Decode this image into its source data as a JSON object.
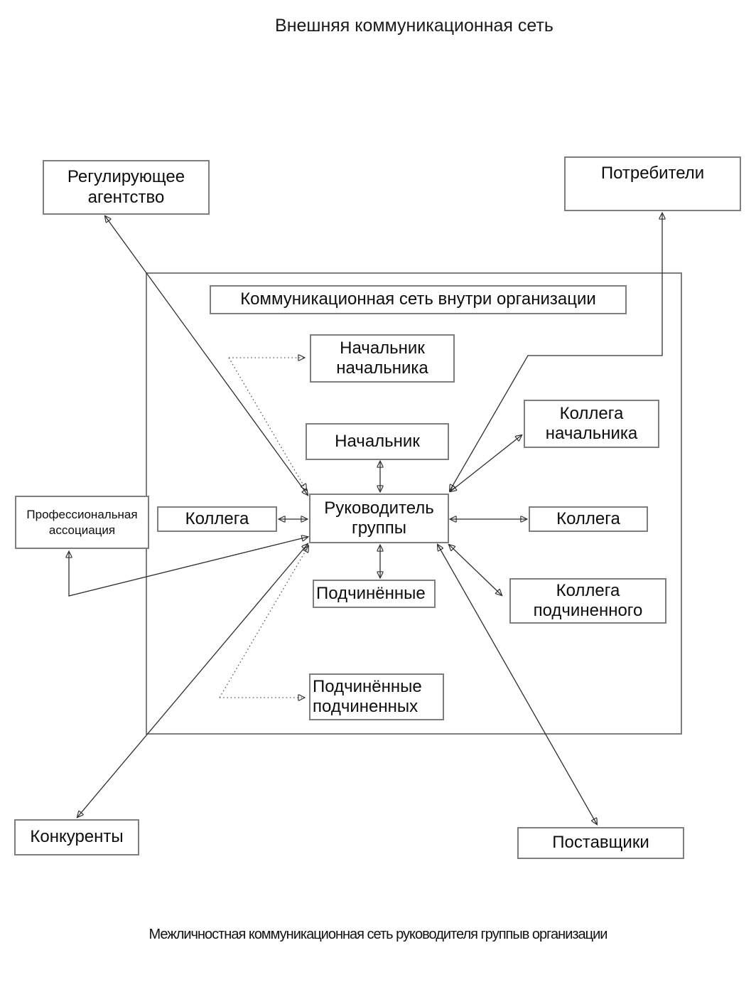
{
  "title": "Внешняя коммуникационная сеть",
  "caption": "Межличностная коммуникационная сеть руководителя группыв организации",
  "colors": {
    "box_border": "#7e7e7e",
    "connector_solid": "#2e2e2e",
    "connector_dotted": "#5a5a5a",
    "background": "#ffffff",
    "text": "#0d0d0d"
  },
  "inner_network": {
    "title": "Коммуникационная сеть внутри организации"
  },
  "nodes": {
    "regulating_agency": {
      "label": "Регулирующее агентство"
    },
    "consumers": {
      "label": "Потребители"
    },
    "boss_of_boss": {
      "label": "Начальник начальника"
    },
    "boss": {
      "label": "Начальник"
    },
    "boss_colleague": {
      "label": "Коллега начальника"
    },
    "professional_association": {
      "label": "Профессиональная ассоциация"
    },
    "colleague_left": {
      "label": "Коллега"
    },
    "group_leader": {
      "label": "Руководитель группы"
    },
    "colleague_right": {
      "label": "Коллега"
    },
    "subordinates": {
      "label": "Подчинённые"
    },
    "subordinate_colleague": {
      "label": "Коллега подчиненного"
    },
    "subordinates_of_subordinates": {
      "label": "Подчинённые подчиненных"
    },
    "competitors": {
      "label": "Конкуренты"
    },
    "suppliers": {
      "label": "Поставщики"
    }
  }
}
